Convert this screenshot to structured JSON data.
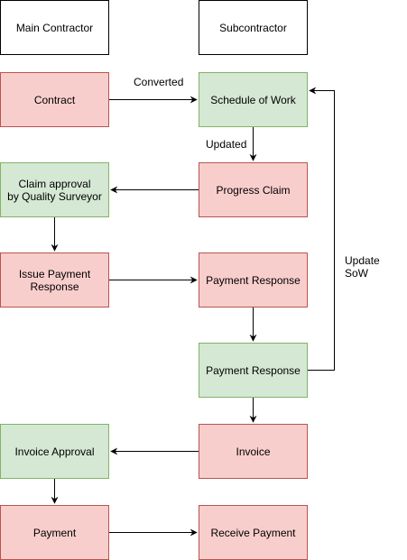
{
  "lanes": {
    "main_contractor": "Main Contractor",
    "subcontractor": "Subcontractor"
  },
  "nodes": {
    "contract": "Contract",
    "schedule_of_work": "Schedule of Work",
    "claim_approval": "Claim approval\nby Quality Surveyor",
    "progress_claim": "Progress Claim",
    "issue_payment_response": "Issue Payment\nResponse",
    "payment_response_1": "Payment Response",
    "payment_response_2": "Payment Response",
    "invoice": "Invoice",
    "invoice_approval": "Invoice Approval",
    "payment": "Payment",
    "receive_payment": "Receive Payment"
  },
  "edge_labels": {
    "converted": "Converted",
    "updated": "Updated",
    "update_sow": "Update\nSoW"
  },
  "colors": {
    "red_fill": "#f8cecc",
    "red_stroke": "#b85450",
    "green_fill": "#d5e8d4",
    "green_stroke": "#82b366"
  }
}
